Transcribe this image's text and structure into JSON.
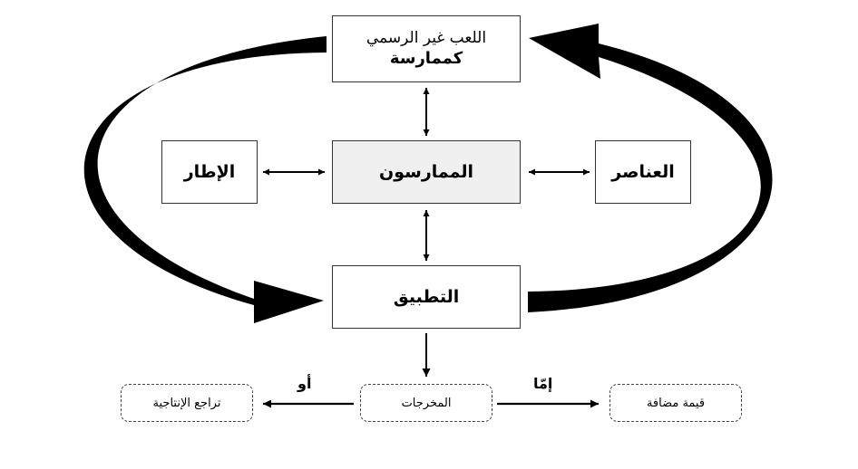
{
  "nodes": {
    "informal_play": {
      "line1": "اللعب غير الرسمي",
      "line2": "كممارسة"
    },
    "frame": "الإطار",
    "practitioners": "الممارسون",
    "elements": "العناصر",
    "application": "التطبيق",
    "outputs": "المخرجات",
    "productivity_decline": "تراجع الإنتاجية",
    "added_value": "قيمة مضافة"
  },
  "edge_labels": {
    "or": "أو",
    "either": "إمّا"
  },
  "colors": {
    "stroke": "#000000",
    "box_border": "#333333",
    "highlight_fill": "#f0f0f0"
  }
}
